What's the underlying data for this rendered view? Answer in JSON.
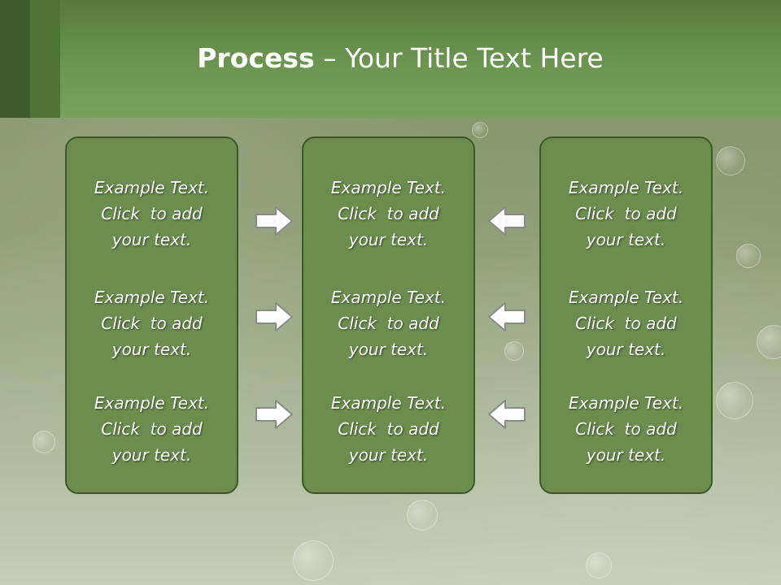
{
  "slide": {
    "title_bold": "Process",
    "title_rest": " – Your Title Text Here"
  },
  "columns": [
    {
      "blocks": [
        [
          "Example Text.",
          "Click  to add",
          "your text."
        ],
        [
          "Example Text.",
          "Click  to add",
          "your text."
        ],
        [
          "Example Text.",
          "Click  to add",
          "your text."
        ]
      ]
    },
    {
      "blocks": [
        [
          "Example Text.",
          "Click  to add",
          "your text."
        ],
        [
          "Example Text.",
          "Click  to add",
          "your text."
        ],
        [
          "Example Text.",
          "Click  to add",
          "your text."
        ]
      ]
    },
    {
      "blocks": [
        [
          "Example Text.",
          "Click  to add",
          "your text."
        ],
        [
          "Example Text.",
          "Click  to add",
          "your text."
        ],
        [
          "Example Text.",
          "Click  to add",
          "your text."
        ]
      ]
    }
  ],
  "arrows": {
    "left_group": "right-arrow-icon",
    "right_group": "left-arrow-icon"
  },
  "colors": {
    "box_fill": "#6b8e4e",
    "box_border": "#3b5a28",
    "header": "#6b9650",
    "arrow_fill": "#ffffff",
    "arrow_stroke": "#8a8a8a"
  }
}
